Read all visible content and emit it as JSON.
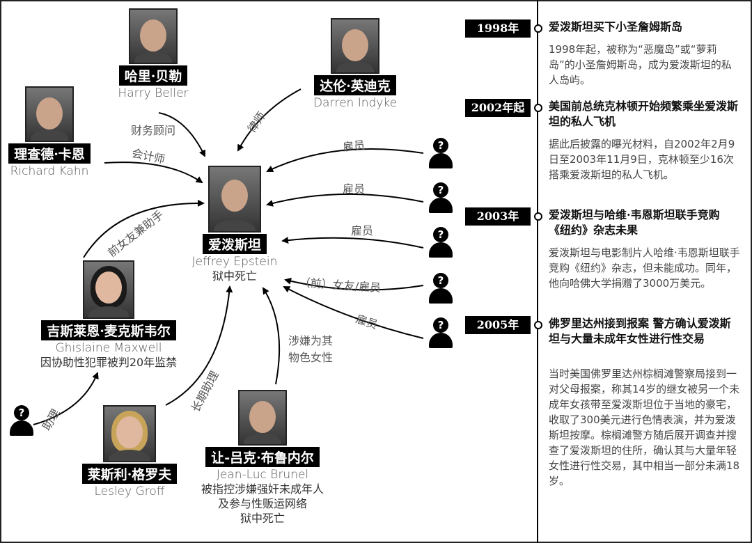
{
  "people": {
    "epstein": {
      "cn": "爱泼斯坦",
      "en": "Jeffrey Epstein",
      "note": "狱中死亡"
    },
    "beller": {
      "cn": "哈里·贝勒",
      "en": "Harry Beller"
    },
    "indyke": {
      "cn": "达伦·英迪克",
      "en": "Darren Indyke"
    },
    "kahn": {
      "cn": "理查德·卡恩",
      "en": "Richard Kahn"
    },
    "maxwell": {
      "cn": "吉斯莱恩·麦克斯韦尔",
      "en": "Ghislaine Maxwell",
      "note": "因协助性犯罪被判20年监禁"
    },
    "groff": {
      "cn": "莱斯利·格罗夫",
      "en": "Lesley Groff"
    },
    "brunel": {
      "cn": "让-吕克·布鲁内尔",
      "en": "Jean-Luc Brunel",
      "note1": "被指控涉嫌强奸未成年人",
      "note2": "及参与性贩运网络",
      "note3": "狱中死亡"
    }
  },
  "relations": {
    "beller": "财务顾问",
    "kahn": "会计师",
    "indyke": "律师",
    "maxwell": "前女友兼助手",
    "groff": "长期助理",
    "brunel1": "涉嫌为其",
    "brunel2": "物色女性",
    "anon_maxwell": "助理",
    "employee1": "雇员",
    "employee2": "雇员",
    "employee3": "雇员",
    "exgirlfriend": "（前）女友/雇员",
    "employee4": "雇员"
  },
  "anon_symbol": "?",
  "timeline": [
    {
      "year": "1998年",
      "title": "爱泼斯坦买下小圣詹姆斯岛",
      "desc": "1998年起，被称为“恶魔岛”或“萝莉岛”的小圣詹姆斯岛，成为爱泼斯坦的私人岛屿。"
    },
    {
      "year": "2002年起",
      "title": "美国前总统克林顿开始频繁乘坐爱泼斯坦的私人飞机",
      "desc": "据此后披露的曝光材料，自2002年2月9日至2003年11月9日，克林顿至少16次搭乘爱泼斯坦的私人飞机。"
    },
    {
      "year": "2003年",
      "title": "爱泼斯坦与哈维·韦恩斯坦联手竞购《纽约》杂志未果",
      "desc": "爱泼斯坦与电影制片人哈维·韦恩斯坦联手竞购《纽约》杂志，但未能成功。同年，他向哈佛大学捐赠了3000万美元。"
    },
    {
      "year": "2005年",
      "title": "佛罗里达州接到报案 警方确认爱泼斯坦与大量未成年女性进行性交易",
      "desc": "当时美国佛罗里达州棕榈滩警察局接到一对父母报案，称其14岁的继女被另一个未成年女孩带至爱泼斯坦位于当地的豪宅，收取了300美元进行色情表演，并为爱泼斯坦按摩。棕榈滩警方随后展开调查并搜查了爱泼斯坦的住所，确认其与大量年轻女性进行性交易，其中相当一部分未满18岁。"
    }
  ]
}
